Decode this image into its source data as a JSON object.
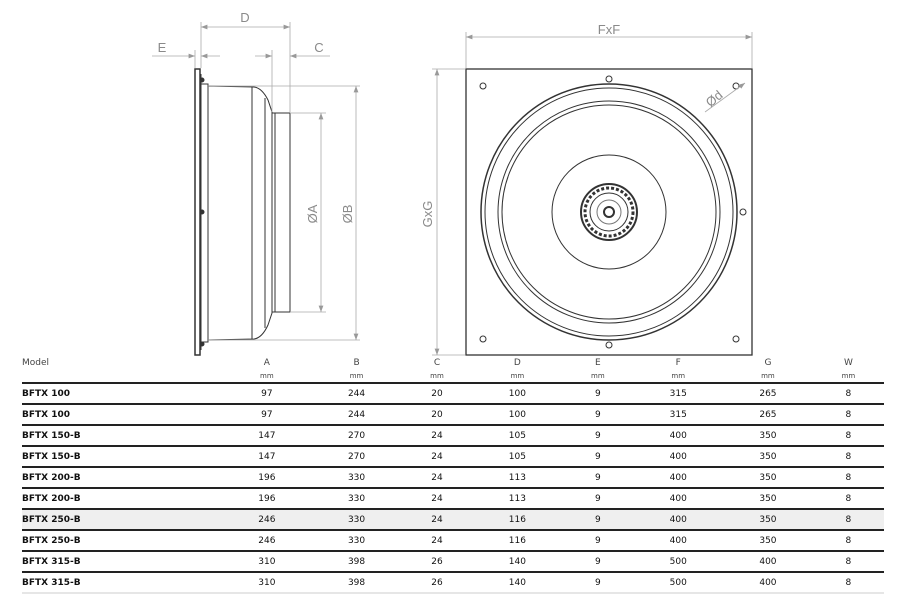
{
  "drawing": {
    "side_labels": {
      "D": "D",
      "E": "E",
      "C": "C",
      "A": "ØA",
      "B": "ØB"
    },
    "front_labels": {
      "F": "FxF",
      "G": "GxG",
      "d": "Ød"
    }
  },
  "table": {
    "headers": [
      "Model",
      "A",
      "B",
      "C",
      "D",
      "E",
      "F",
      "G",
      "W"
    ],
    "units": [
      "",
      "mm",
      "mm",
      "mm",
      "mm",
      "mm",
      "mm",
      "mm",
      "mm"
    ],
    "highlight_color": "#efefef",
    "rows": [
      [
        "BFTX 100",
        "97",
        "244",
        "20",
        "100",
        "9",
        "315",
        "265",
        "8"
      ],
      [
        "BFTX 100",
        "97",
        "244",
        "20",
        "100",
        "9",
        "315",
        "265",
        "8"
      ],
      [
        "BFTX 150-B",
        "147",
        "270",
        "24",
        "105",
        "9",
        "400",
        "350",
        "8"
      ],
      [
        "BFTX 150-B",
        "147",
        "270",
        "24",
        "105",
        "9",
        "400",
        "350",
        "8"
      ],
      [
        "BFTX 200-B",
        "196",
        "330",
        "24",
        "113",
        "9",
        "400",
        "350",
        "8"
      ],
      [
        "BFTX 200-B",
        "196",
        "330",
        "24",
        "113",
        "9",
        "400",
        "350",
        "8"
      ],
      [
        "BFTX 250-B",
        "246",
        "330",
        "24",
        "116",
        "9",
        "400",
        "350",
        "8"
      ],
      [
        "BFTX 250-B",
        "246",
        "330",
        "24",
        "116",
        "9",
        "400",
        "350",
        "8"
      ],
      [
        "BFTX 315-B",
        "310",
        "398",
        "26",
        "140",
        "9",
        "500",
        "400",
        "8"
      ],
      [
        "BFTX 315-B",
        "310",
        "398",
        "26",
        "140",
        "9",
        "500",
        "400",
        "8"
      ]
    ]
  }
}
